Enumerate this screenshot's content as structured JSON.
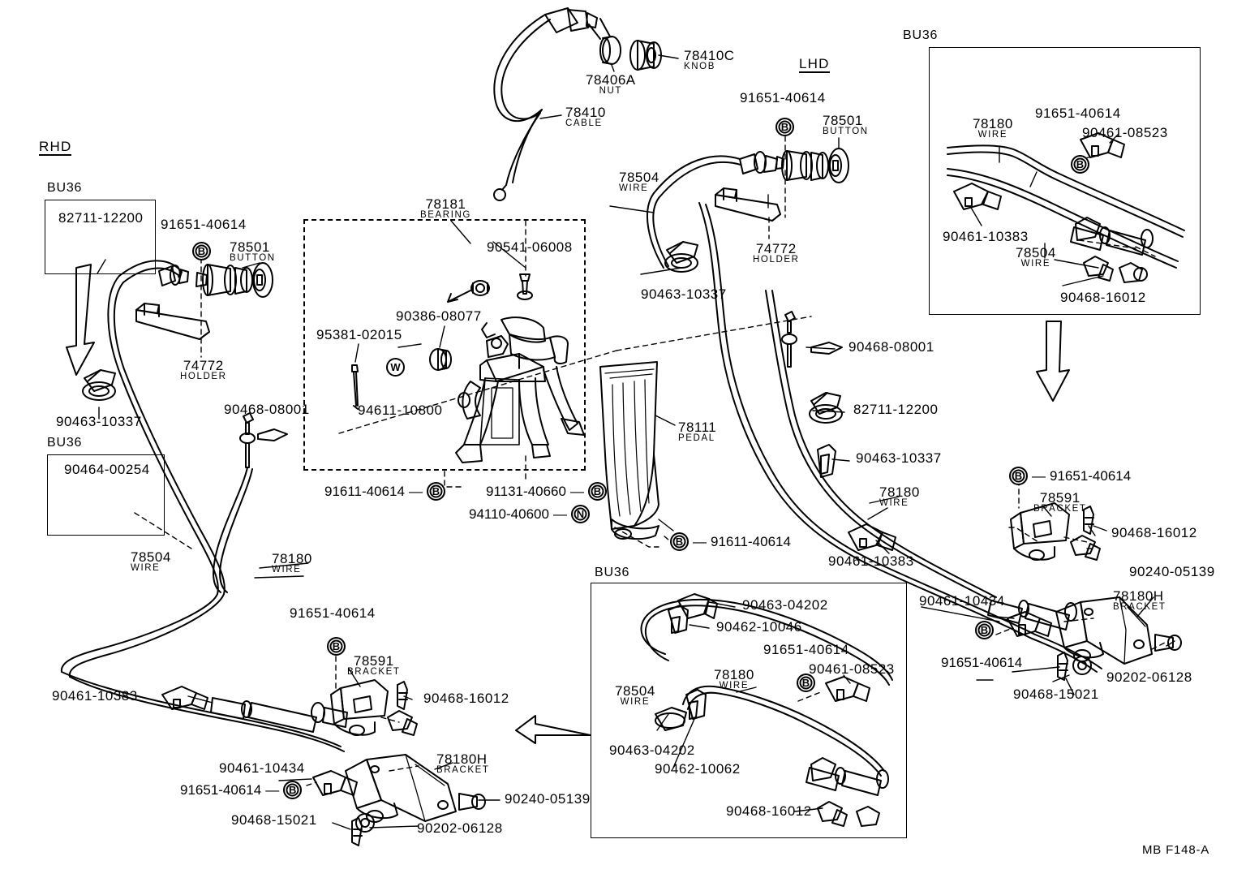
{
  "diagram": {
    "title_code": "MB F148-A",
    "headers": {
      "rhd": "RHD",
      "lhd": "LHD"
    },
    "group_label": "BU36"
  },
  "top_center": {
    "knob_num": "78410C",
    "knob_sub": "KNOB",
    "nut_num": "78406A",
    "nut_sub": "NUT",
    "cable_num": "78410",
    "cable_sub": "CABLE"
  },
  "lhd_section": {
    "header": "LHD",
    "clip_code": "91651-40614",
    "button_num": "78501",
    "button_sub": "BUTTON",
    "wire_num": "78504",
    "wire_sub": "WIRE",
    "holder_num": "74772",
    "holder_sub": "HOLDER",
    "clamp_code": "90463-10337"
  },
  "rhd_section": {
    "header": "RHD",
    "bu36": "BU36",
    "bu36_part": "82711-12200",
    "clip_code": "91651-40614",
    "button_num": "78501",
    "button_sub": "BUTTON",
    "holder_num": "74772",
    "holder_sub": "HOLDER",
    "clamp_code": "90463-10337",
    "bu36b": "BU36",
    "bu36b_part": "90464-00254",
    "wire504_num": "78504",
    "wire504_sub": "WIRE",
    "wire180_num": "78180",
    "wire180_sub": "WIRE",
    "bolt_code": "90468-08001"
  },
  "pedal_box": {
    "bearing_num": "78181",
    "bearing_sub": "BEARING",
    "screw_code": "90541-06008",
    "bush_code": "90386-08077",
    "pin_code": "95381-02015",
    "washer_code": "94611-10800",
    "washer_mark": "W",
    "clip_code": "91611-40614",
    "clip_mark": "B",
    "bolt_code": "91131-40660",
    "bolt_mark": "B",
    "nut_code": "94110-40600",
    "nut_mark": "N"
  },
  "pedal": {
    "num": "78111",
    "sub": "PEDAL",
    "clip_code": "91611-40614",
    "clip_mark": "B"
  },
  "mid_right": {
    "bolt_code": "90468-08001",
    "clamp_code": "82711-12200",
    "clip_code": "90463-10337",
    "wire_num": "78180",
    "wire_sub": "WIRE",
    "bracket_code": "90461-10383"
  },
  "top_right_bu36": {
    "label": "BU36",
    "wire180_num": "78180",
    "wire180_sub": "WIRE",
    "clip_code": "91651-40614",
    "bracket_code": "90461-08523",
    "bracket2_code": "90461-10383",
    "wire504_num": "78504",
    "wire504_sub": "WIRE",
    "screw_code": "90468-16012"
  },
  "bottom_center_bu36": {
    "label": "BU36",
    "clamp_a_code": "90463-04202",
    "clamp_b_code": "90462-10046",
    "clip_code": "91651-40614",
    "bracket_code": "90461-08523",
    "wire180_num": "78180",
    "wire180_sub": "WIRE",
    "wire504_num": "78504",
    "wire504_sub": "WIRE",
    "clamp_c_code": "90463-04202",
    "clamp_d_code": "90462-10062",
    "screw_code": "90468-16012"
  },
  "bottom_left_assembly": {
    "bracket10383_code": "90461-10383",
    "clip_code": "91651-40614",
    "clip_mark": "B",
    "bracket591_num": "78591",
    "bracket591_sub": "BRACKET",
    "screw16012_code": "90468-16012",
    "bracket10434_code": "90461-10434",
    "clip2_code": "91651-40614",
    "clip2_mark": "B",
    "bracket180h_num": "78180H",
    "bracket180h_sub": "BRACKET",
    "bolt_code": "90240-05139",
    "screw15021_code": "90468-15021",
    "washer_code": "90202-06128"
  },
  "bottom_right_assembly": {
    "clip_code": "91651-40614",
    "clip_mark": "B",
    "bracket591_num": "78591",
    "bracket591_sub": "BRACKET",
    "screw16012_code": "90468-16012",
    "bolt_code": "90240-05139",
    "bracket10434_code": "90461-10434",
    "clip2_code": "91651-40614",
    "clip2_mark": "B",
    "bracket180h_num": "78180H",
    "bracket180h_sub": "BRACKET",
    "screw15021_code": "90468-15021",
    "washer_code": "90202-06128"
  }
}
